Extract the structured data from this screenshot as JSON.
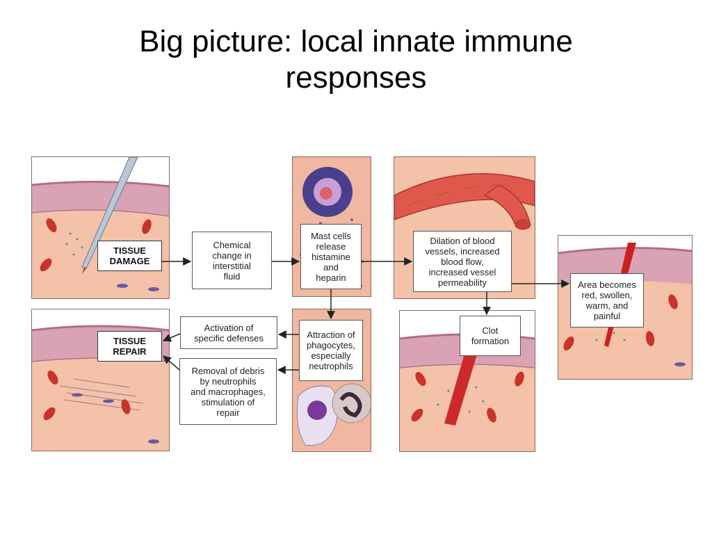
{
  "title": {
    "line1": "Big picture: local innate immune",
    "line2": "responses"
  },
  "labels": {
    "tissue_damage": "TISSUE\nDAMAGE",
    "tissue_repair": "TISSUE\nREPAIR"
  },
  "steps": {
    "chemical_change": "Chemical\nchange in\ninterstitial\nfluid",
    "mast_cells": "Mast cells\nrelease\nhistamine\nand\nheparin",
    "dilation": "Dilation of blood\nvessels, increased\nblood flow,\nincreased vessel\npermeability",
    "area_becomes": "Area becomes\nred, swollen,\nwarm, and\npainful",
    "attraction": "Attraction of\nphagocytes,\nespecially\nneutrophils",
    "clot": "Clot\nformation",
    "activation": "Activation of\nspecific defenses",
    "removal": "Removal of debris\nby neutrophils\nand macrophages,\nstimulation of\nrepair"
  },
  "colors": {
    "tissue": "#f4c2a8",
    "epidermis": "#d9a3b5",
    "blood_cell": "#c8342b",
    "blood_vessel": "#e0584c",
    "mast_cell": "#4a3f8c",
    "arrow": "#222222"
  }
}
